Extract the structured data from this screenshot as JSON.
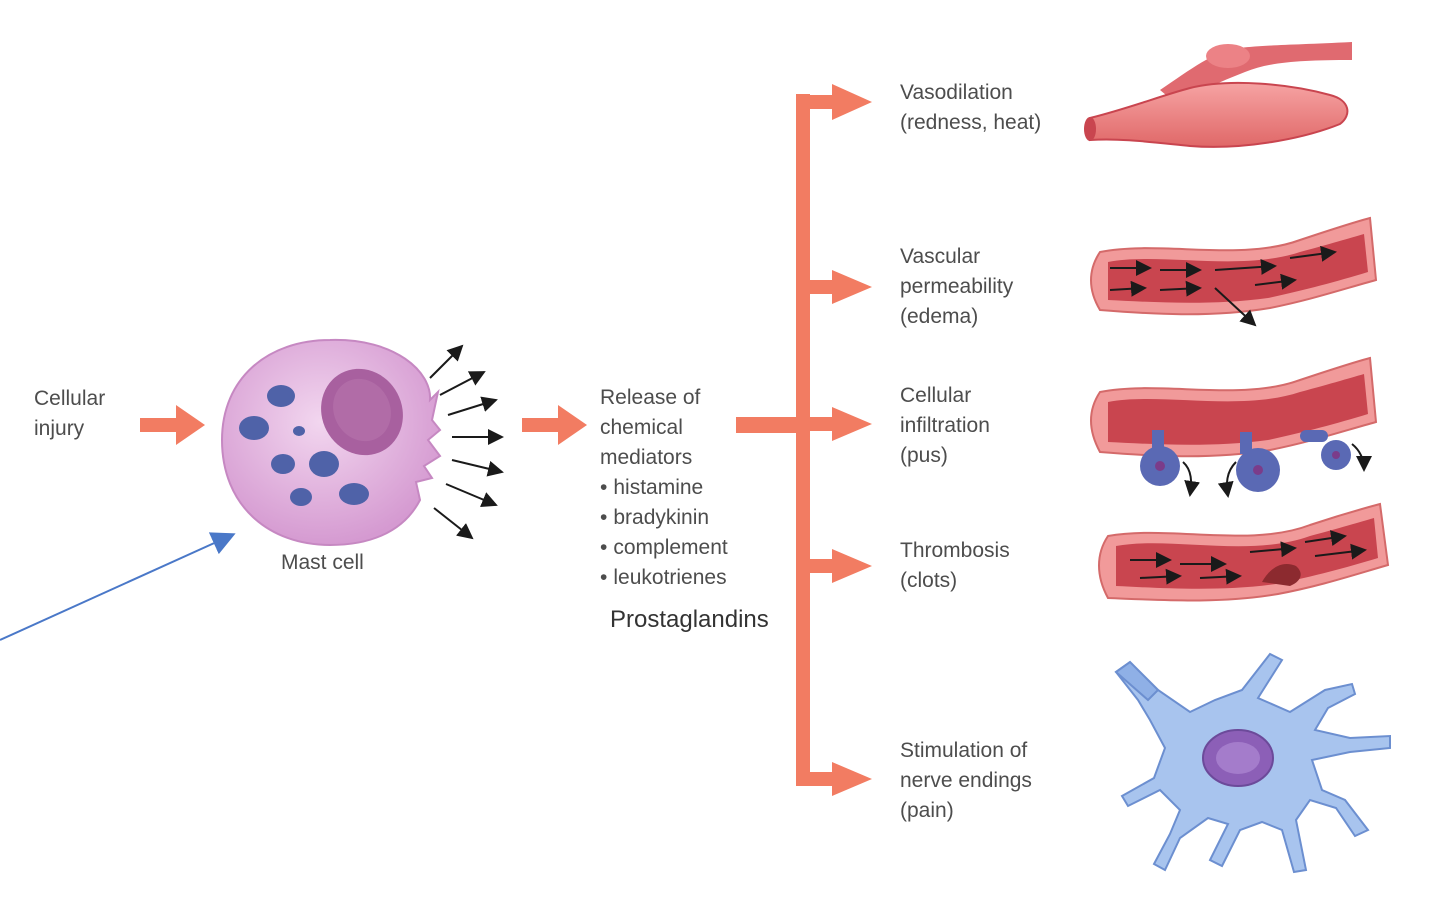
{
  "input": {
    "line1": "Cellular",
    "line2": "injury"
  },
  "cell": {
    "label": "Mast cell"
  },
  "release": {
    "line1": "Release of",
    "line2": "chemical",
    "line3": "mediators",
    "mediators": [
      "histamine",
      "bradykinin",
      "complement",
      "leukotrienes"
    ],
    "extra": "Prostaglandins"
  },
  "effects": [
    {
      "lines": [
        "Vasodilation",
        "(redness, heat)"
      ]
    },
    {
      "lines": [
        "Vascular",
        "permeability",
        "(edema)"
      ]
    },
    {
      "lines": [
        "Cellular",
        "infiltration",
        "(pus)"
      ]
    },
    {
      "lines": [
        "Thrombosis",
        "(clots)"
      ]
    },
    {
      "lines": [
        "Stimulation of",
        "nerve endings",
        "(pain)"
      ]
    }
  ],
  "colors": {
    "arrow": "#f27c62",
    "vessel": "#e8747a",
    "vessel_inner": "#c9454f",
    "cell_body": "#e3b6e0",
    "nucleus": "#a8609f",
    "granule": "#4f62a8",
    "neuron": "#a8c4ee",
    "pointer": "#4a78c8"
  }
}
